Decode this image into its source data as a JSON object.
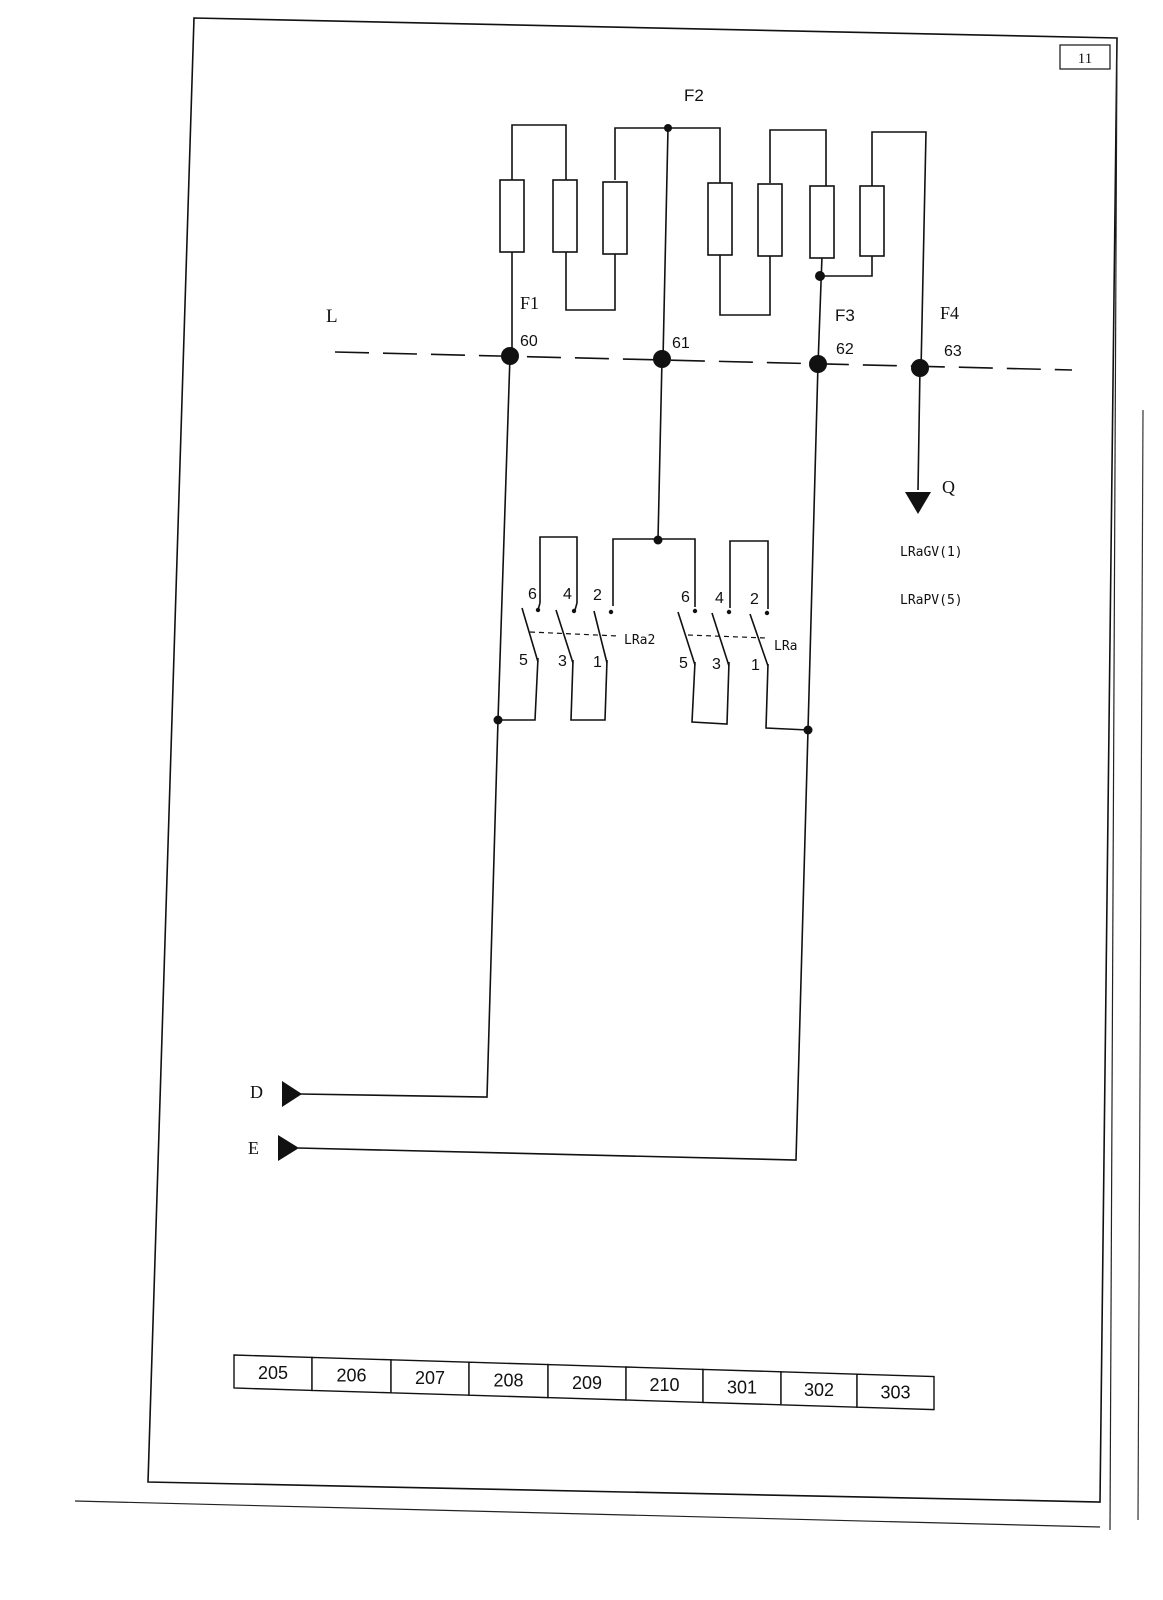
{
  "sheet": {
    "page_number": "11"
  },
  "bus": {
    "label": "L",
    "nodes": [
      {
        "number": "60",
        "fuse": "F1"
      },
      {
        "number": "61",
        "fuse": "F2"
      },
      {
        "number": "62",
        "fuse": "F3"
      },
      {
        "number": "63",
        "fuse": "F4"
      }
    ]
  },
  "outputs": {
    "q": {
      "label": "Q",
      "refs": [
        "LRaGV(1)",
        "LRaPV(5)"
      ]
    },
    "d": {
      "label": "D"
    },
    "e": {
      "label": "E"
    }
  },
  "relays": {
    "left": {
      "name": "LRa2",
      "upper_contacts": [
        "6",
        "4",
        "2"
      ],
      "lower_contacts": [
        "5",
        "3",
        "1"
      ]
    },
    "right": {
      "name": "LRa",
      "upper_contacts": [
        "6",
        "4",
        "2"
      ],
      "lower_contacts": [
        "5",
        "3",
        "1"
      ]
    }
  },
  "reference_strip": [
    "205",
    "206",
    "207",
    "208",
    "209",
    "210",
    "301",
    "302",
    "303"
  ]
}
